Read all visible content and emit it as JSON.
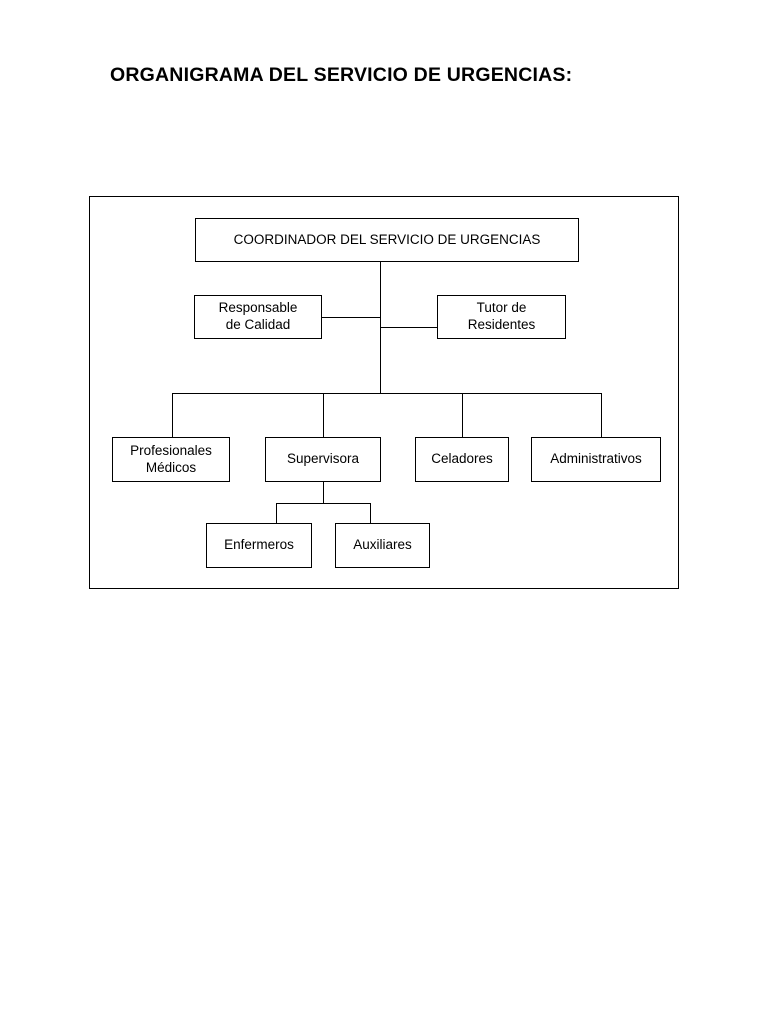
{
  "page": {
    "title": "ORGANIGRAMA DEL SERVICIO DE URGENCIAS:",
    "background_color": "#ffffff",
    "line_color": "#000000",
    "text_color": "#000000"
  },
  "chart_data": {
    "type": "diagram",
    "subtype": "org-chart",
    "title": "ORGANIGRAMA DEL SERVICIO DE URGENCIAS:",
    "orientation": "top-down",
    "levels": 4,
    "nodes": [
      {
        "id": "coordinador",
        "label": "COORDINADOR DEL SERVICIO DE URGENCIAS",
        "level": 1,
        "parent": null
      },
      {
        "id": "responsable",
        "label": "Responsable\nde Calidad",
        "level": 2,
        "parent": "coordinador"
      },
      {
        "id": "tutor",
        "label": "Tutor de\nResidentes",
        "level": 2,
        "parent": "coordinador"
      },
      {
        "id": "profesionales",
        "label": "Profesionales\nMédicos",
        "level": 3,
        "parent": "coordinador"
      },
      {
        "id": "supervisora",
        "label": "Supervisora",
        "level": 3,
        "parent": "coordinador"
      },
      {
        "id": "celadores",
        "label": "Celadores",
        "level": 3,
        "parent": "coordinador"
      },
      {
        "id": "administrativos",
        "label": "Administrativos",
        "level": 3,
        "parent": "coordinador"
      },
      {
        "id": "enfermeros",
        "label": "Enfermeros",
        "level": 4,
        "parent": "supervisora"
      },
      {
        "id": "auxiliares",
        "label": "Auxiliares",
        "level": 4,
        "parent": "supervisora"
      }
    ],
    "edges": [
      {
        "from": "coordinador",
        "to": "responsable"
      },
      {
        "from": "coordinador",
        "to": "tutor"
      },
      {
        "from": "coordinador",
        "to": "profesionales"
      },
      {
        "from": "coordinador",
        "to": "supervisora"
      },
      {
        "from": "coordinador",
        "to": "celadores"
      },
      {
        "from": "coordinador",
        "to": "administrativos"
      },
      {
        "from": "supervisora",
        "to": "enfermeros"
      },
      {
        "from": "supervisora",
        "to": "auxiliares"
      }
    ]
  },
  "nodes": {
    "coordinador": "COORDINADOR DEL SERVICIO DE URGENCIAS",
    "responsable": "Responsable\nde Calidad",
    "tutor": "Tutor de\nResidentes",
    "profesionales": "Profesionales\nMédicos",
    "supervisora": "Supervisora",
    "celadores": "Celadores",
    "administrativos": "Administrativos",
    "enfermeros": "Enfermeros",
    "auxiliares": "Auxiliares"
  }
}
